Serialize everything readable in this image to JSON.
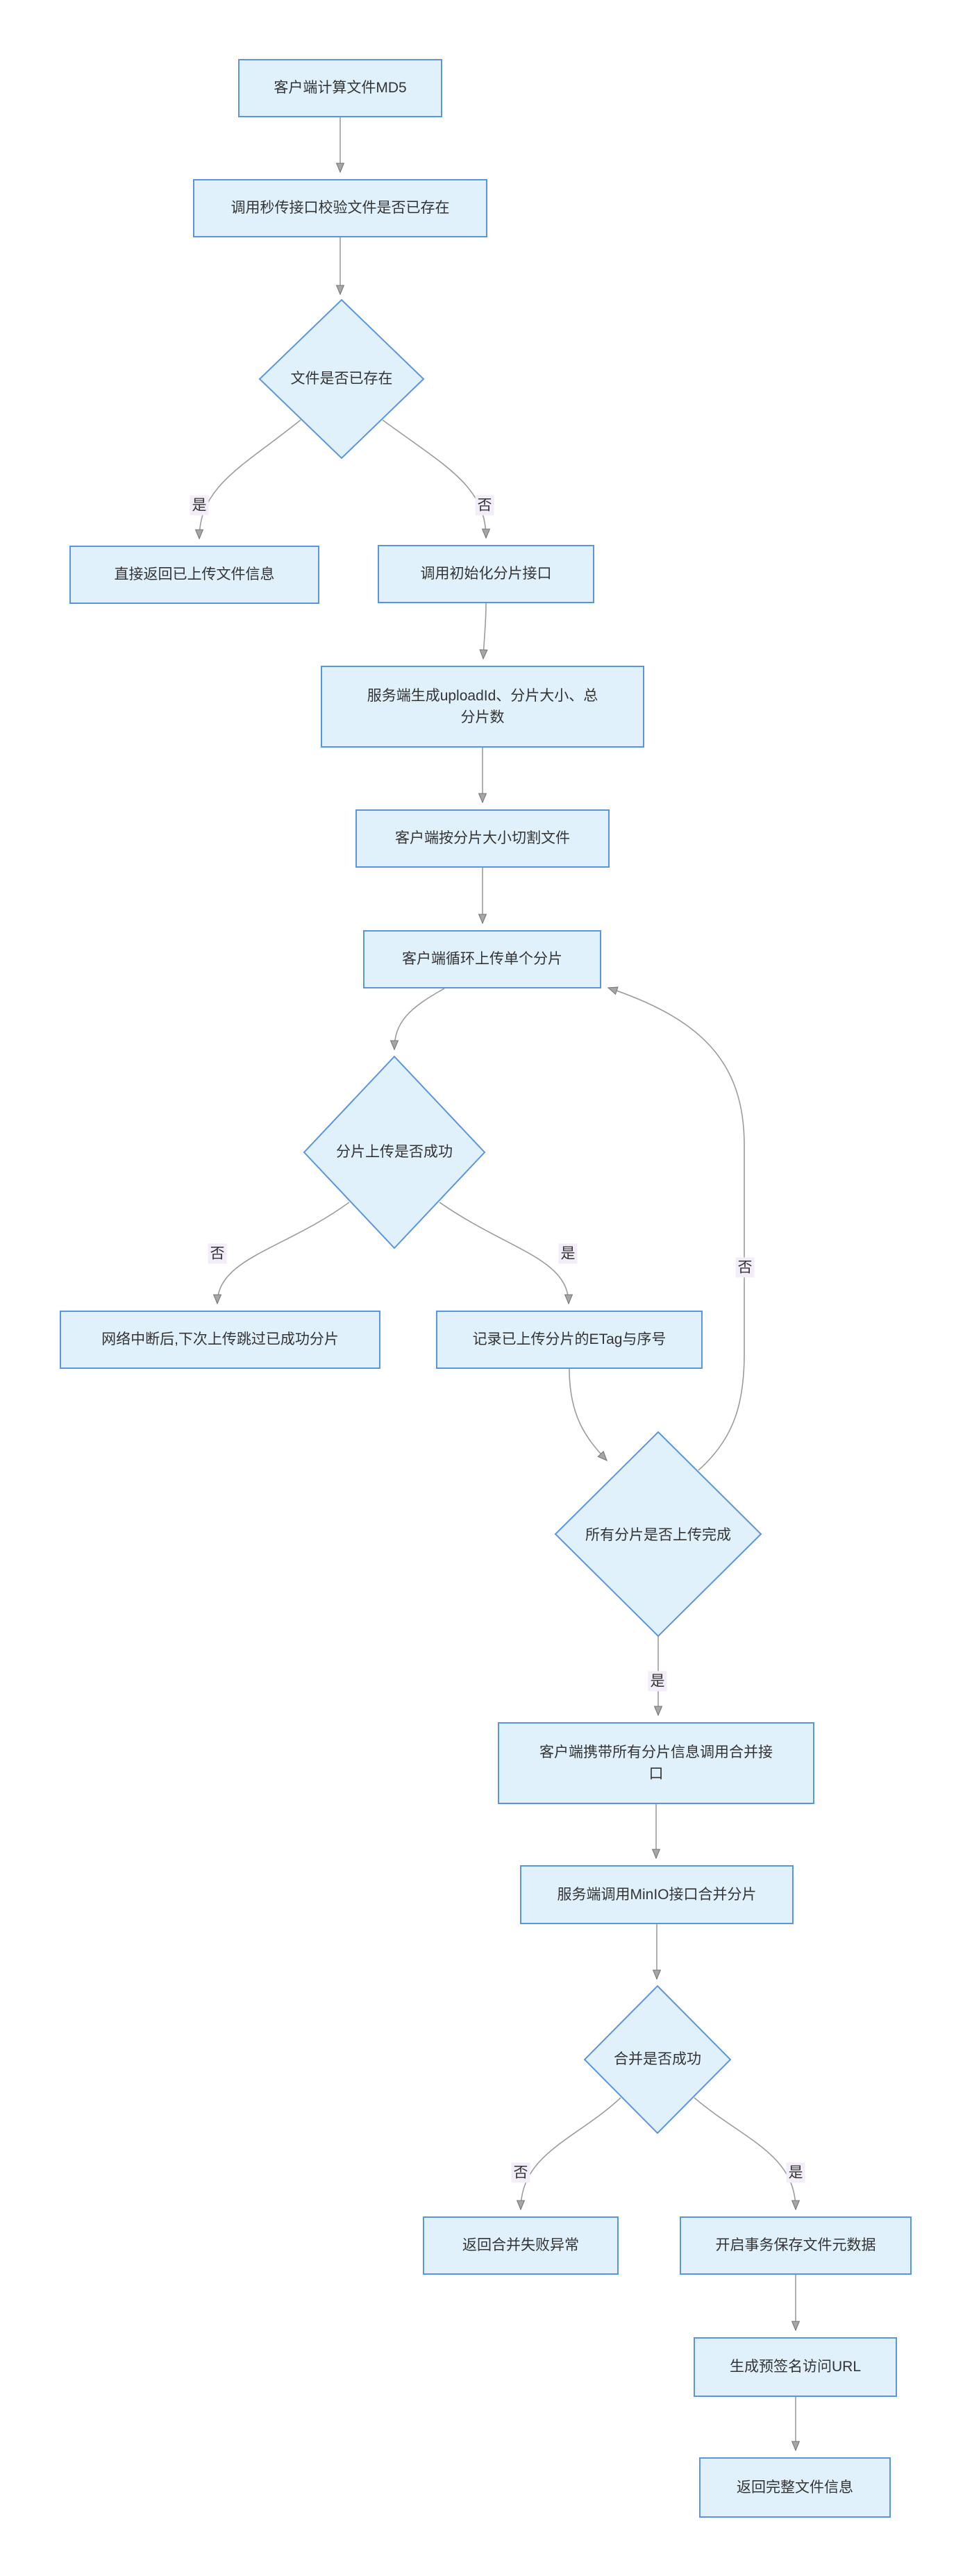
{
  "diagram": {
    "type": "flowchart",
    "direction": "top-down",
    "nodes": [
      {
        "id": "A",
        "type": "process",
        "label": "客户端计算文件MD5"
      },
      {
        "id": "B",
        "type": "process",
        "label": "调用秒传接口校验文件是否已存在"
      },
      {
        "id": "C",
        "type": "decision",
        "label": "文件是否已存在"
      },
      {
        "id": "D",
        "type": "process",
        "label": "直接返回已上传文件信息"
      },
      {
        "id": "E",
        "type": "process",
        "label": "调用初始化分片接口"
      },
      {
        "id": "F",
        "type": "process",
        "label": "服务端生成uploadId、分片大小、总\n分片数"
      },
      {
        "id": "G",
        "type": "process",
        "label": "客户端按分片大小切割文件"
      },
      {
        "id": "H",
        "type": "process",
        "label": "客户端循环上传单个分片"
      },
      {
        "id": "I",
        "type": "decision",
        "label": "分片上传是否成功"
      },
      {
        "id": "J",
        "type": "process",
        "label": "网络中断后,下次上传跳过已成功分片"
      },
      {
        "id": "K",
        "type": "process",
        "label": "记录已上传分片的ETag与序号"
      },
      {
        "id": "L",
        "type": "decision",
        "label": "所有分片是否上传完成"
      },
      {
        "id": "M",
        "type": "process",
        "label": "客户端携带所有分片信息调用合并接\n口"
      },
      {
        "id": "N",
        "type": "process",
        "label": "服务端调用MinIO接口合并分片"
      },
      {
        "id": "O",
        "type": "decision",
        "label": "合并是否成功"
      },
      {
        "id": "P",
        "type": "process",
        "label": "返回合并失败异常"
      },
      {
        "id": "Q",
        "type": "process",
        "label": "开启事务保存文件元数据"
      },
      {
        "id": "R",
        "type": "process",
        "label": "生成预签名访问URL"
      },
      {
        "id": "S",
        "type": "process",
        "label": "返回完整文件信息"
      }
    ],
    "edges": [
      {
        "from": "A",
        "to": "B",
        "label": ""
      },
      {
        "from": "B",
        "to": "C",
        "label": ""
      },
      {
        "from": "C",
        "to": "D",
        "label": "是"
      },
      {
        "from": "C",
        "to": "E",
        "label": "否"
      },
      {
        "from": "E",
        "to": "F",
        "label": ""
      },
      {
        "from": "F",
        "to": "G",
        "label": ""
      },
      {
        "from": "G",
        "to": "H",
        "label": ""
      },
      {
        "from": "H",
        "to": "I",
        "label": ""
      },
      {
        "from": "I",
        "to": "J",
        "label": "否"
      },
      {
        "from": "I",
        "to": "K",
        "label": "是"
      },
      {
        "from": "K",
        "to": "L",
        "label": ""
      },
      {
        "from": "L",
        "to": "H",
        "label": "否"
      },
      {
        "from": "L",
        "to": "M",
        "label": "是"
      },
      {
        "from": "M",
        "to": "N",
        "label": ""
      },
      {
        "from": "N",
        "to": "O",
        "label": ""
      },
      {
        "from": "O",
        "to": "P",
        "label": "否"
      },
      {
        "from": "O",
        "to": "Q",
        "label": "是"
      },
      {
        "from": "Q",
        "to": "R",
        "label": ""
      },
      {
        "from": "R",
        "to": "S",
        "label": ""
      }
    ],
    "colors": {
      "background": "#ffffff",
      "node_fill": "#e1f1fc",
      "node_border": "#5b95e0",
      "edge_line": "#9c9c9c",
      "arrowhead": "#a6a6a6",
      "text": "#333333",
      "edge_label_bg": "#f3edf9"
    }
  }
}
